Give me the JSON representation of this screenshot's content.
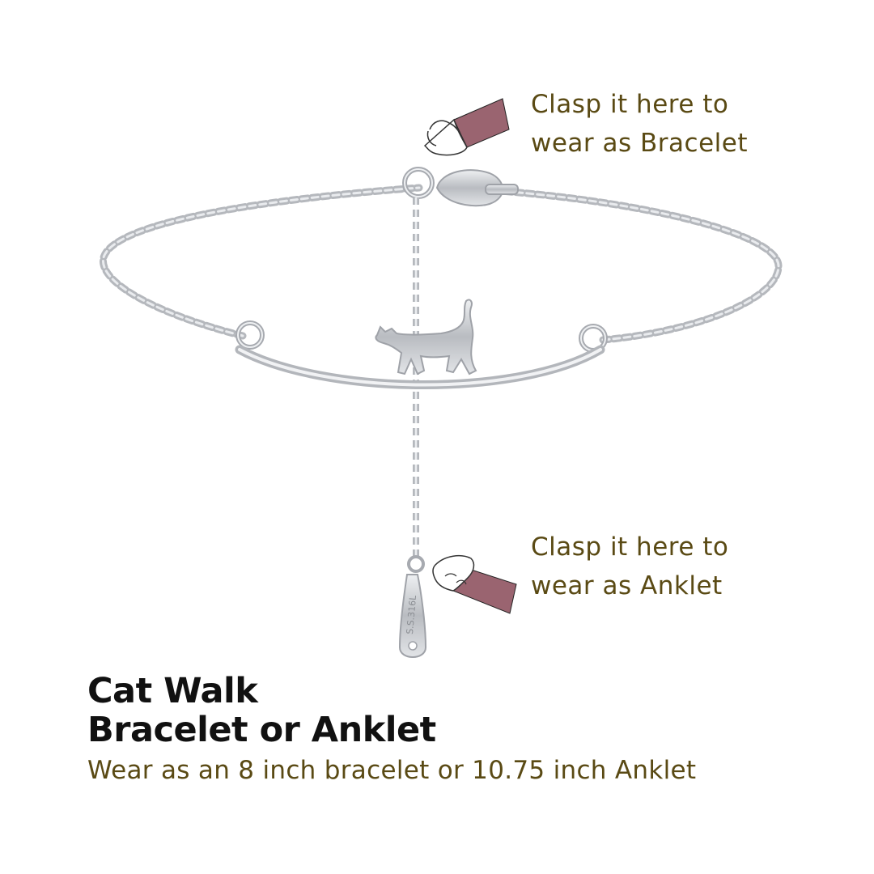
{
  "product": {
    "title_line1": "Cat Walk",
    "title_line2": "Bracelet or Anklet",
    "subtitle": "Wear as an 8 inch bracelet or 10.75 inch Anklet"
  },
  "annotations": {
    "bracelet": {
      "line1": "Clasp it here to",
      "line2": "wear as Bracelet"
    },
    "anklet": {
      "line1": "Clasp it here to",
      "line2": "wear as Anklet"
    }
  },
  "tag_stamp": "S.S.316L",
  "colors": {
    "accent_text": "#5a4a14",
    "title_text": "#111111",
    "paw_sleeve": "#9a6470",
    "metal": "#c9cbcf"
  },
  "icons": [
    "cat-paw-icon",
    "cat-paw-icon"
  ]
}
